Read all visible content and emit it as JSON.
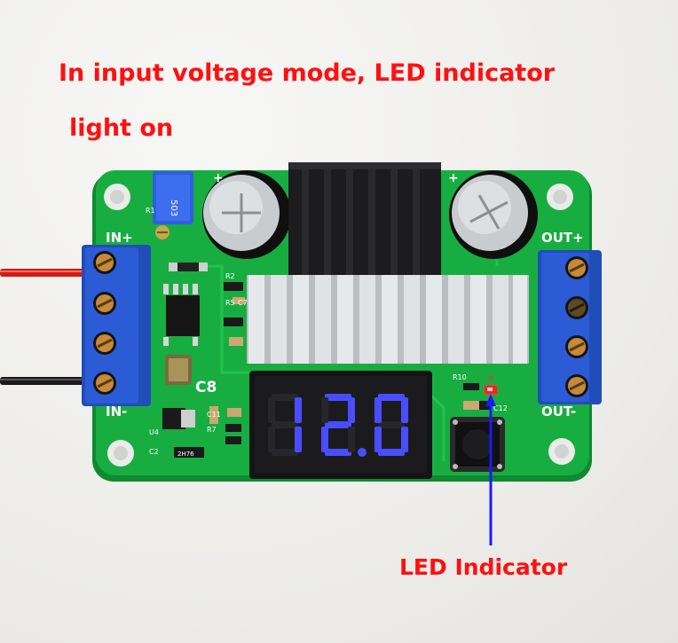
{
  "caption": {
    "line1": "In input voltage mode, LED indicator",
    "line2": "light on"
  },
  "callout": {
    "label": "LED Indicator"
  },
  "display": {
    "reading": "12.0"
  },
  "board": {
    "in_plus": "IN+",
    "in_minus": "IN-",
    "out_plus": "OUT+",
    "out_minus": "OUT-",
    "c8": "C8",
    "r10": "R10",
    "in_marker": "IN",
    "c12": "C12",
    "r1": "R1",
    "r2": "R2",
    "r5": "R5",
    "c7": "C7",
    "c11": "C11",
    "r7": "R7",
    "u4": "U4",
    "c2": "C2",
    "chip_mark": "2H76",
    "pot_mark": "503",
    "plus_left": "+",
    "plus_right": "+"
  },
  "colors": {
    "pcb": "#14a63c",
    "terminal": "#2c5bd6",
    "heatsink_black": "#1c1c1e",
    "heatsink_silver": "#d6dadd",
    "segment_blue": "#4a4dff",
    "caption_red": "#ff1010",
    "arrow_blue": "#1a1aff",
    "led_red": "#ff2020"
  }
}
